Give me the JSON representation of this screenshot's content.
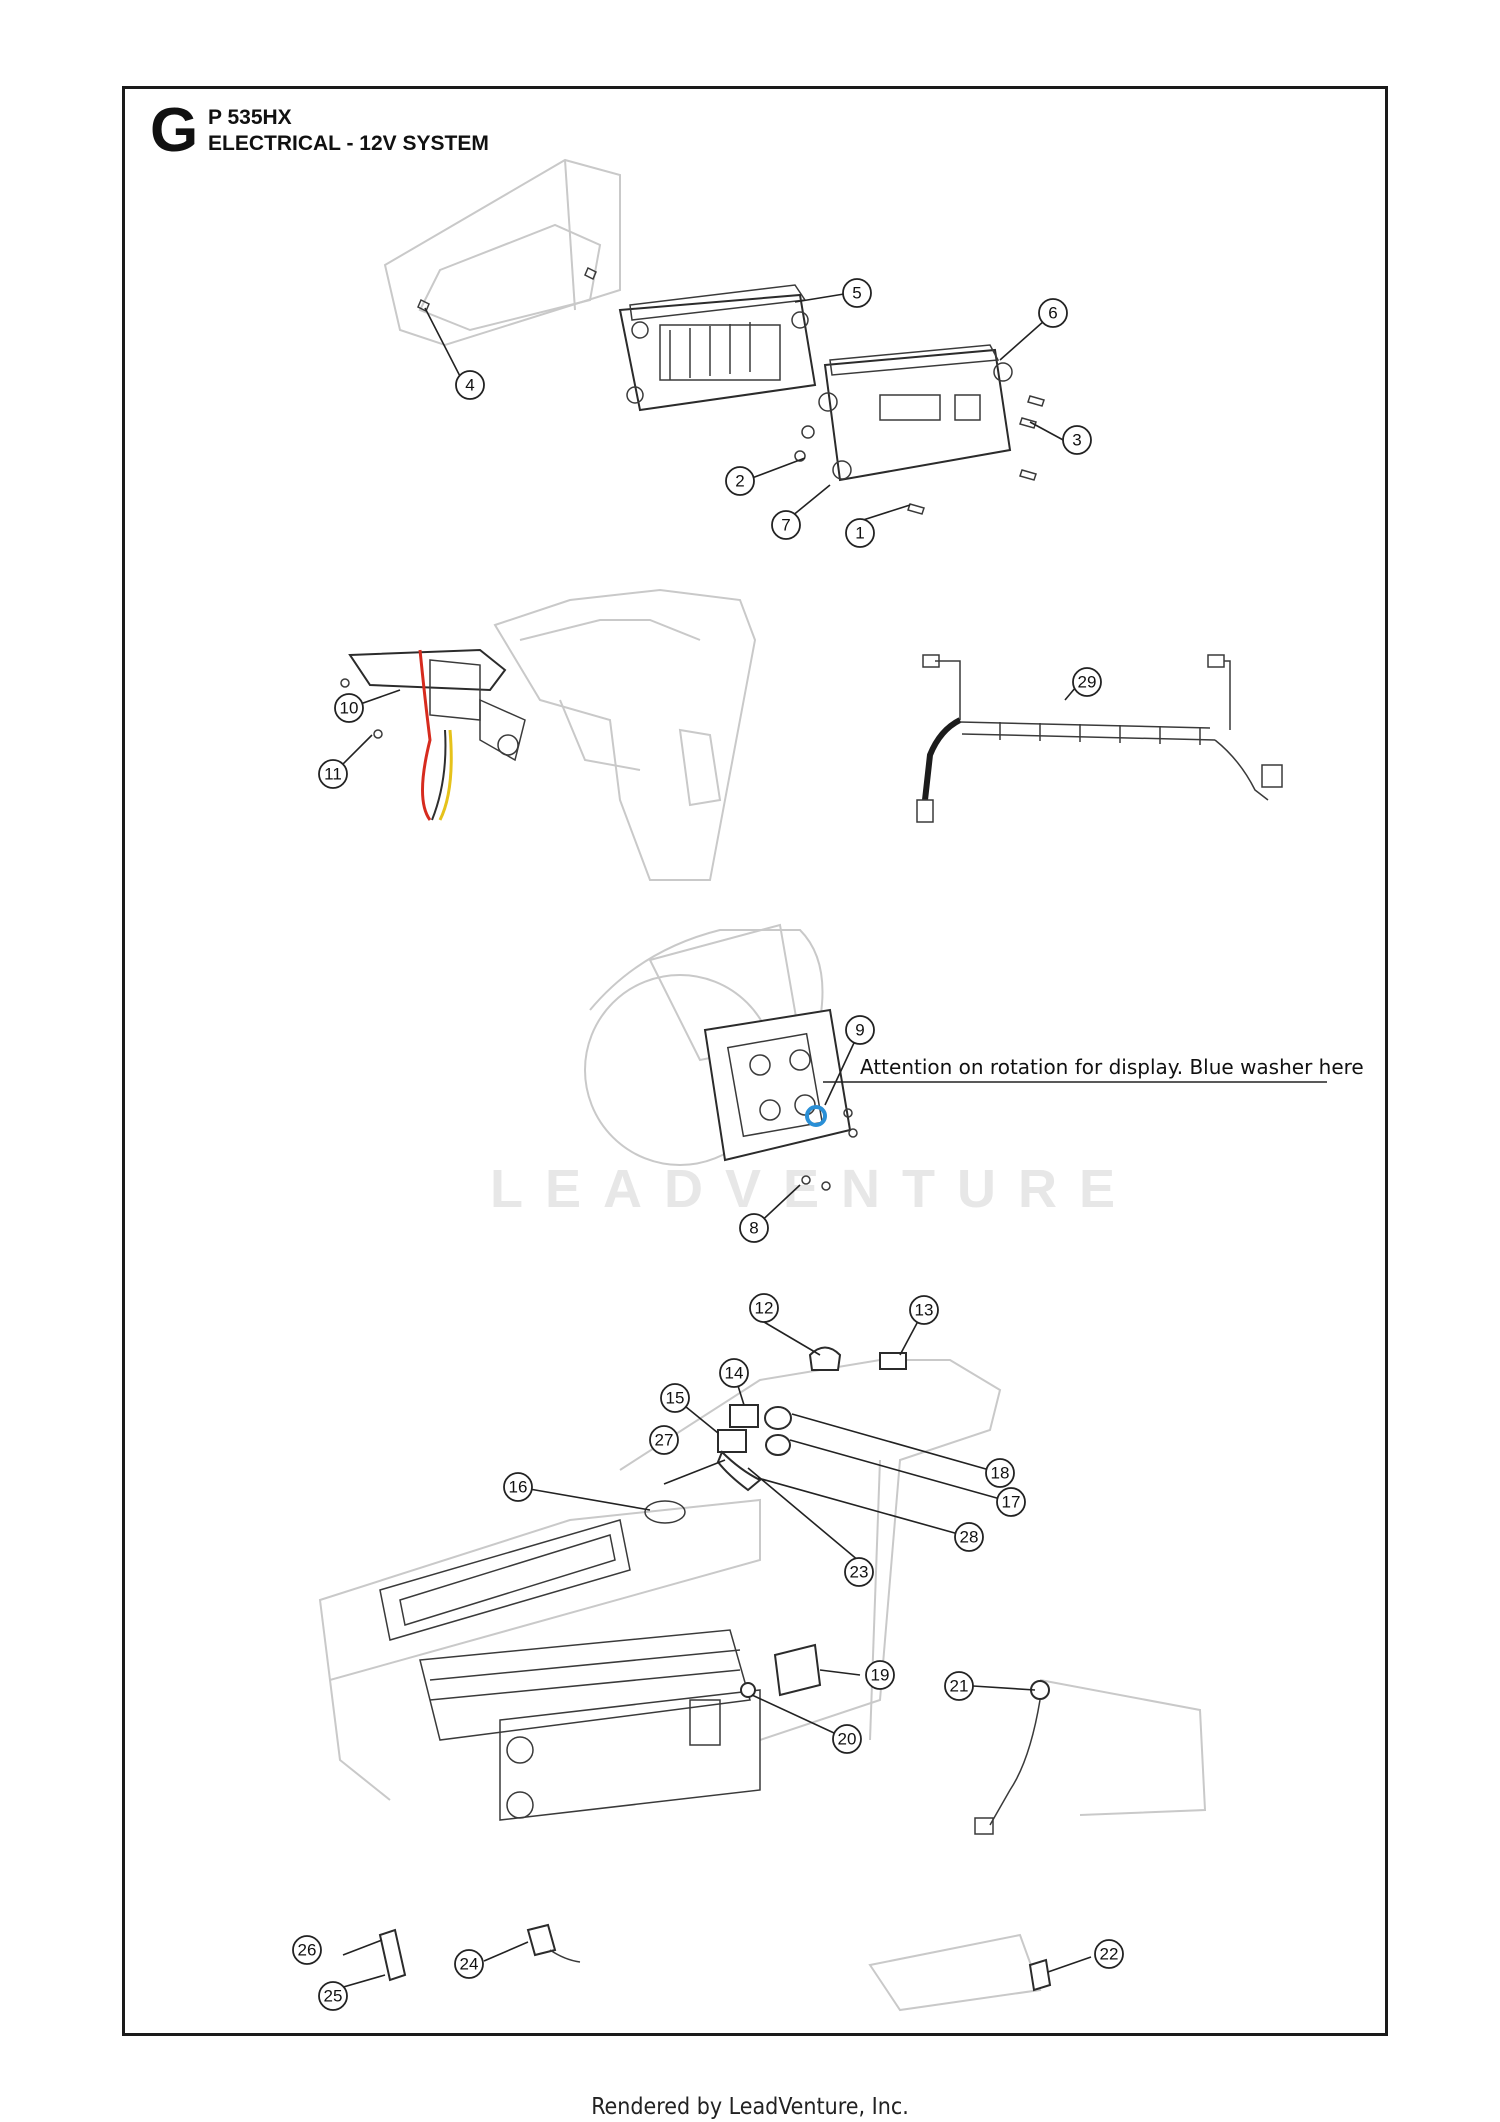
{
  "header": {
    "section_letter": "G",
    "model": "P 535HX",
    "title": "ELECTRICAL - 12V SYSTEM"
  },
  "note": "Attention on rotation for display. Blue washer here",
  "watermark": "LEADVENTURE",
  "footer": "Rendered by LeadVenture, Inc.",
  "callouts": [
    "1",
    "2",
    "3",
    "4",
    "5",
    "6",
    "7",
    "8",
    "9",
    "10",
    "11",
    "12",
    "13",
    "14",
    "15",
    "16",
    "17",
    "18",
    "19",
    "20",
    "21",
    "22",
    "23",
    "24",
    "25",
    "26",
    "27",
    "28",
    "29"
  ],
  "colors": {
    "frame": "#1a1a1a",
    "ghost_lines": "#c9c9c9",
    "wire_red": "#d62b1e",
    "wire_yellow": "#e6c21a",
    "washer_blue": "#2a8fd6"
  }
}
